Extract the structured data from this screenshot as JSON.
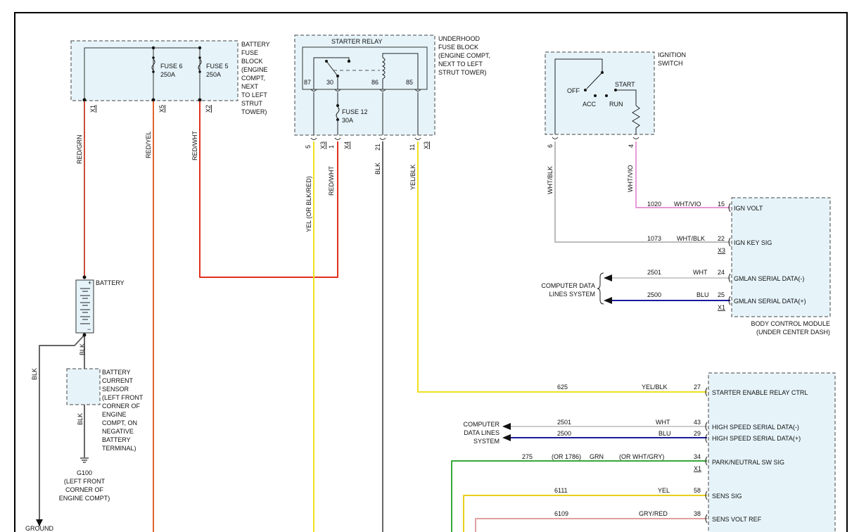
{
  "components": {
    "battery_fuse_block": [
      "BATTERY",
      "FUSE",
      "BLOCK",
      "(ENGINE",
      "COMPT,",
      "NEXT",
      "TO LEFT",
      "STRUT",
      "TOWER)"
    ],
    "fuse6": {
      "name": "FUSE 6",
      "rating": "250A"
    },
    "fuse5": {
      "name": "FUSE 5",
      "rating": "250A"
    },
    "underhood_fuse_block": [
      "UNDERHOOD",
      "FUSE BLOCK",
      "(ENGINE COMPT,",
      "NEXT TO LEFT",
      "STRUT TOWER)"
    ],
    "starter_relay": "STARTER RELAY",
    "relay_pins": [
      "87",
      "30",
      "86",
      "85"
    ],
    "fuse12": {
      "name": "FUSE 12",
      "rating": "30A"
    },
    "ignition_switch": [
      "IGNITION",
      "SWITCH"
    ],
    "ign_positions": {
      "off": "OFF",
      "acc": "ACC",
      "run": "RUN",
      "start": "START"
    },
    "battery": "BATTERY",
    "battery_signs": {
      "plus": "+",
      "minus": "−"
    },
    "battery_current_sensor": [
      "BATTERY",
      "CURRENT",
      "SENSOR",
      "(LEFT FRONT",
      "CORNER OF",
      "ENGINE",
      "COMPT, ON",
      "NEGATIVE",
      "BATTERY",
      "TERMINAL)"
    ],
    "ground_g100": [
      "G100",
      "(LEFT FRONT",
      "CORNER OF",
      "ENGINE COMPT)"
    ],
    "ground_label": "GROUND",
    "bcm": [
      "BODY CONTROL MODULE",
      "(UNDER CENTER DASH)"
    ],
    "computer_data_lines_1": [
      "COMPUTER DATA",
      "LINES SYSTEM"
    ],
    "computer_data_lines_2": [
      "COMPUTER",
      "DATA LINES",
      "SYSTEM"
    ]
  },
  "connectors": {
    "x1": "X1",
    "x5": "X5",
    "x2": "X2",
    "pin5": "5",
    "x3a": "X3",
    "pin1": "1",
    "x4": "X4",
    "pin21": "21",
    "pin11": "11",
    "x3b": "X3",
    "ign6": "6",
    "ign4": "4",
    "bcm_x3": "X3",
    "bcm_x1": "X1",
    "ecm_x1": "X1"
  },
  "wire_labels": {
    "red_grn": "RED/GRN",
    "red_yel": "RED/YEL",
    "red_wht": "RED/WHT",
    "yel_or_blkred": "YEL   (OR BLK/RED)",
    "red_wht_2": "RED/WHT",
    "blk": "BLK",
    "yel_blk": "YEL/BLK",
    "wht_blk": "WHT/BLK",
    "wht_vio": "WHT/VIO",
    "blk_batt": "BLK",
    "blk_ground": "BLK",
    "blk_sensor": "BLK"
  },
  "bcm_pins": [
    {
      "circuit": "1020",
      "color": "WHT/VIO",
      "pin": "15",
      "name": "IGN VOLT"
    },
    {
      "circuit": "1073",
      "color": "WHT/BLK",
      "pin": "22",
      "name": "IGN KEY SIG"
    },
    {
      "circuit": "2501",
      "color": "WHT",
      "pin": "24",
      "name": "GMLAN SERIAL DATA(-)"
    },
    {
      "circuit": "2500",
      "color": "BLU",
      "pin": "25",
      "name": "GMLAN SERIAL DATA(+)"
    }
  ],
  "ecm_pins": [
    {
      "circuit": "625",
      "color": "YEL/BLK",
      "pin": "27",
      "name": "STARTER ENABLE RELAY CTRL"
    },
    {
      "circuit": "2501",
      "color": "WHT",
      "pin": "43",
      "name": "HIGH SPEED SERIAL DATA(-)"
    },
    {
      "circuit": "2500",
      "color": "BLU",
      "pin": "29",
      "name": "HIGH SPEED SERIAL DATA(+)"
    },
    {
      "circuit": "275",
      "alt": "(OR 1786)",
      "color": "GRN",
      "alt_color": "(OR WHT/GRY)",
      "pin": "34",
      "name": "PARK/NEUTRAL SW SIG"
    },
    {
      "circuit": "6111",
      "color": "YEL",
      "pin": "58",
      "name": "SENS SIG"
    },
    {
      "circuit": "6109",
      "color": "GRY/RED",
      "pin": "38",
      "name": "SENS VOLT REF"
    }
  ],
  "wire_colors": {
    "red": "#e0301e",
    "orange": "#e0642c",
    "brown": "#b8522e",
    "yellow": "#f0e020",
    "gray": "#666666",
    "light_gray": "#bbbbbb",
    "pink": "#e89ad8",
    "navy": "#1a1a9c",
    "green": "#38a838",
    "yellow_dark": "#e6cf1c",
    "gry_red": "#e0a0a0",
    "frame": "#000000"
  }
}
